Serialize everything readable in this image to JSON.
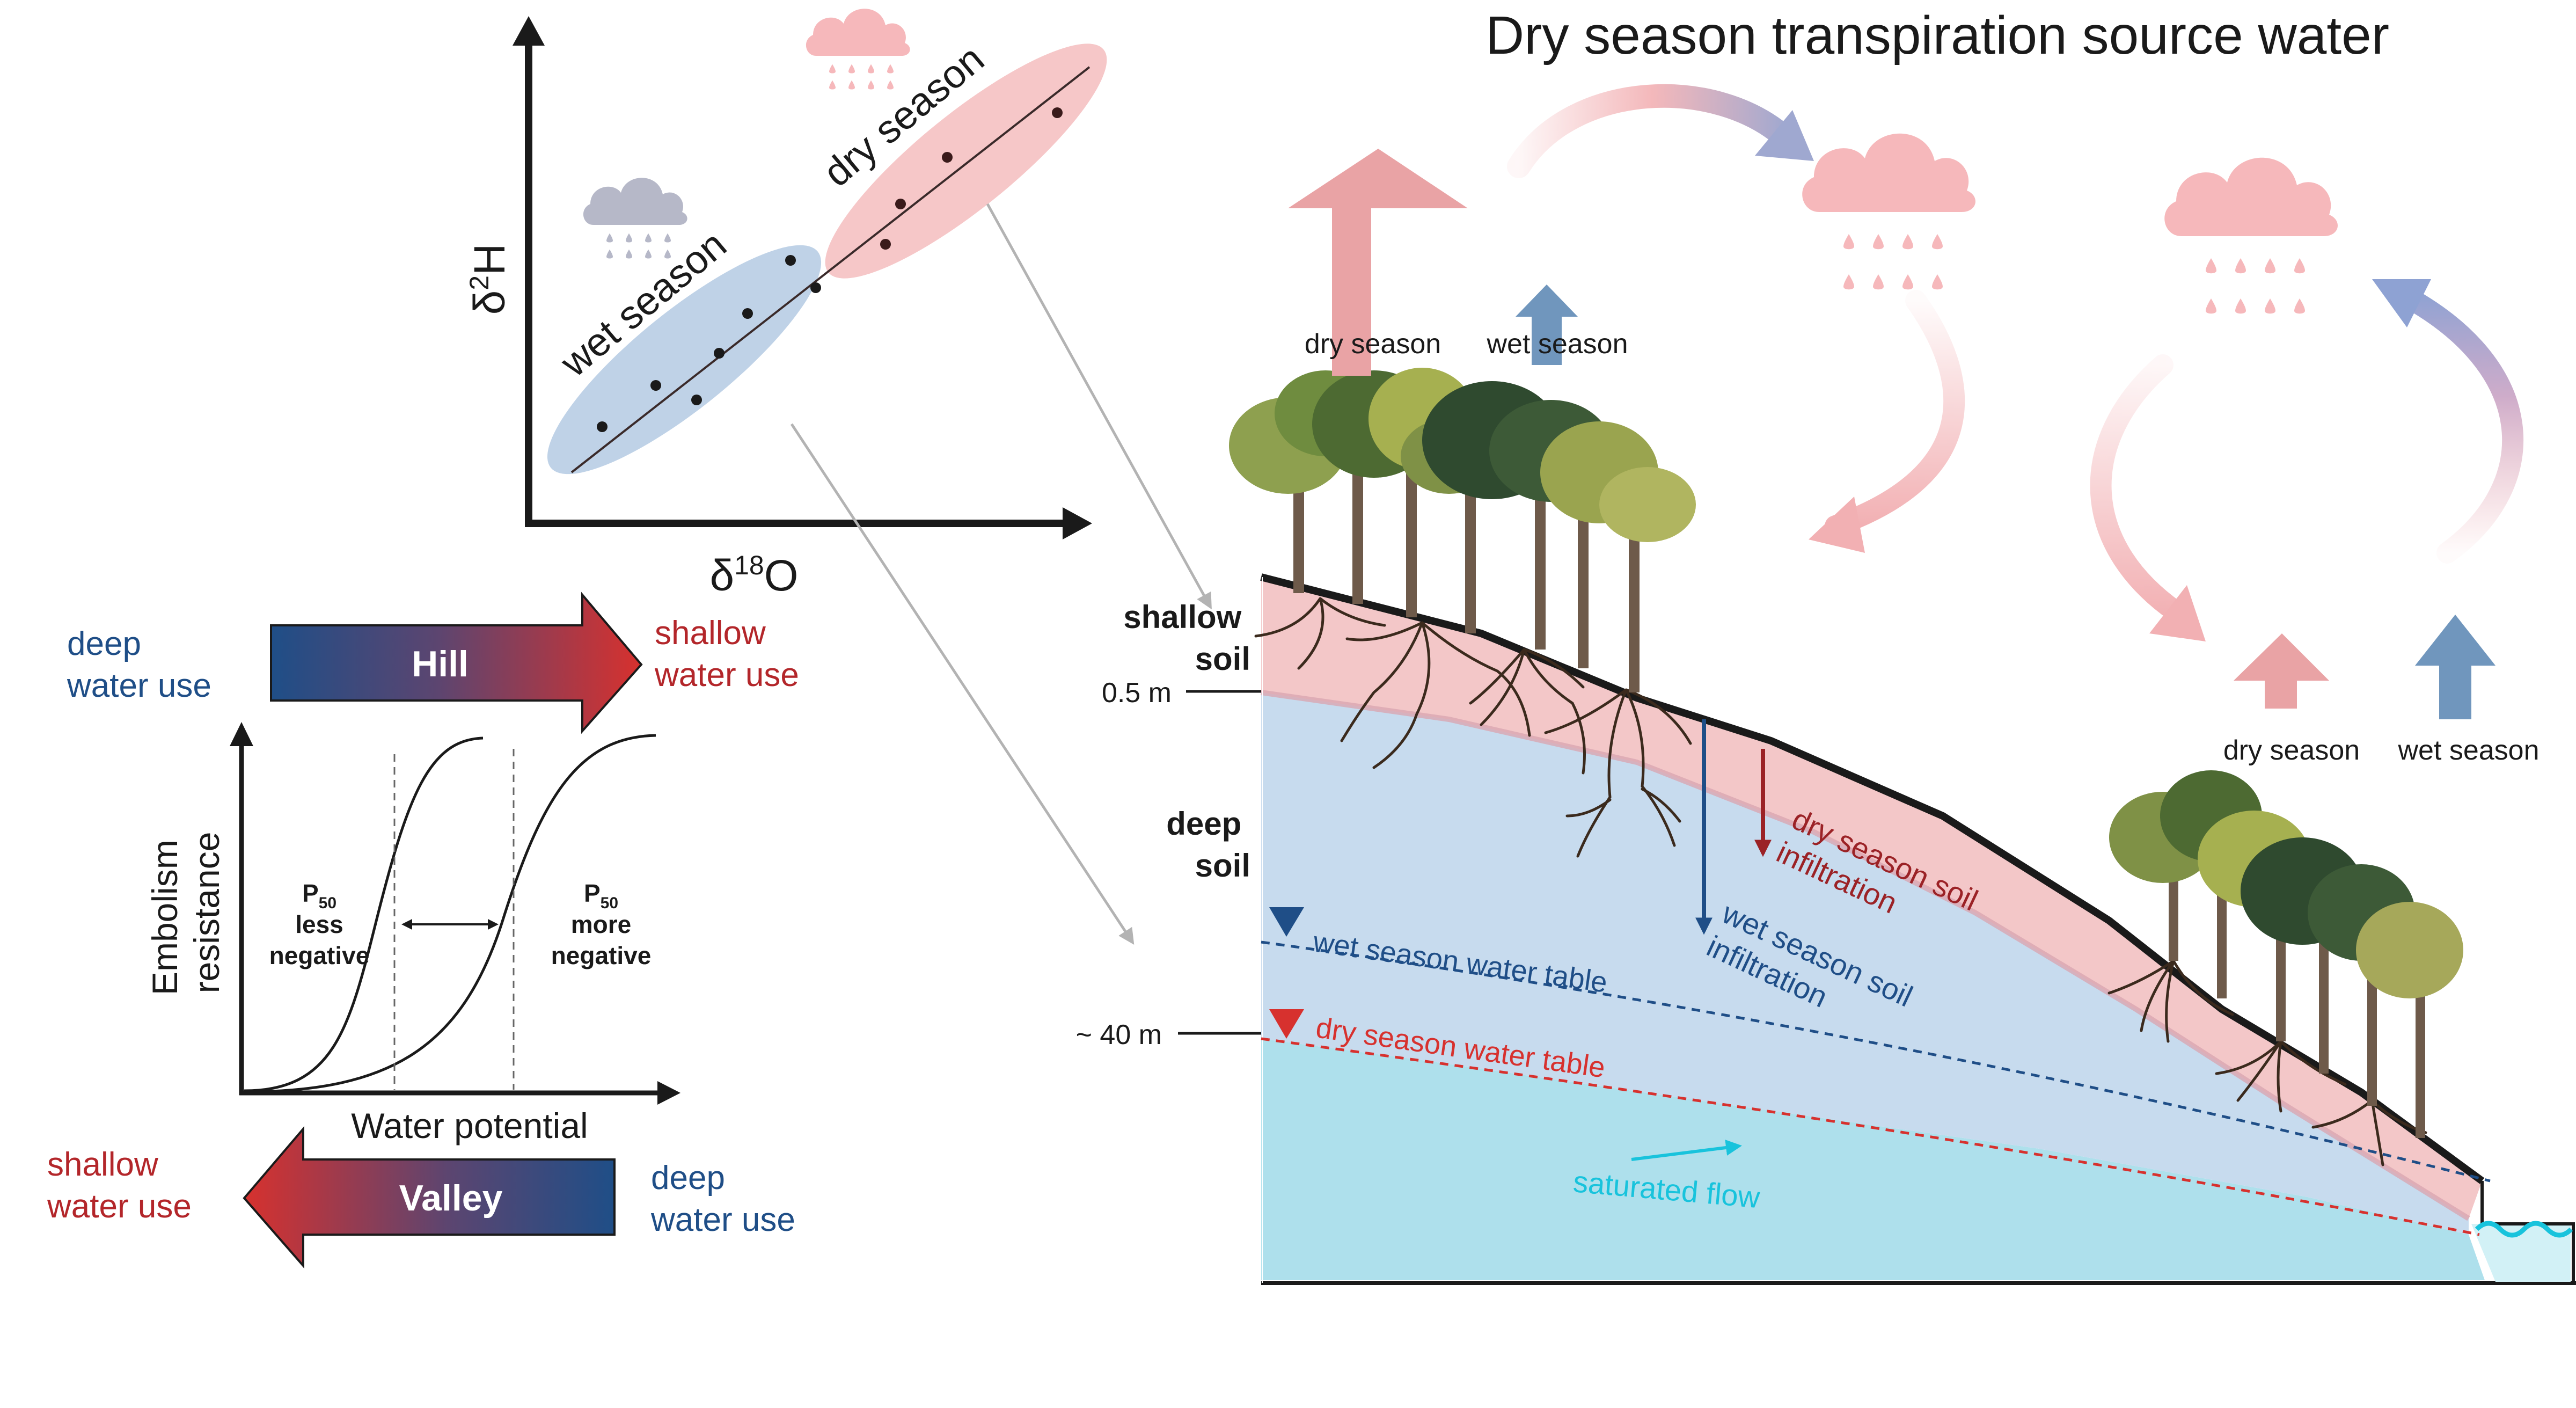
{
  "title": "Dry season transpiration source water",
  "isotope_plot": {
    "ylabel_symbol": "δ",
    "ylabel_sup": "2",
    "ylabel_elem": "H",
    "xlabel_symbol": "δ",
    "xlabel_sup": "18",
    "xlabel_elem": "O",
    "wet_label": "wet season",
    "dry_label": "dry season",
    "colors": {
      "wet": "#a9c3df",
      "dry": "#f3b4b5",
      "points": "#1a1a1a"
    }
  },
  "strategy": {
    "hill_label": "Hill",
    "hill_left": [
      "deep",
      "water use"
    ],
    "hill_right": [
      "shallow",
      "water use"
    ],
    "valley_label": "Valley",
    "valley_left": [
      "shallow",
      "water use"
    ],
    "valley_right": [
      "deep",
      "water use"
    ],
    "colors": {
      "blue": "#1f4e87",
      "red": "#d7312e"
    }
  },
  "embolism": {
    "ylabel": [
      "Embolism",
      "resistance"
    ],
    "xlabel": "Water potential",
    "left_curve": {
      "p": "P",
      "sub": "50",
      "line1": "less",
      "line2": "negative"
    },
    "right_curve": {
      "p": "P",
      "sub": "50",
      "line1": "more",
      "line2": "negative"
    }
  },
  "hillslope": {
    "shallow_soil": [
      "shallow",
      "soil"
    ],
    "deep_soil": [
      "deep",
      "soil"
    ],
    "depth_shallow": "0.5 m",
    "depth_deep": "~ 40 m",
    "dry_season_up": "dry season",
    "wet_season_up": "wet season",
    "dry_season_valley": "dry season",
    "wet_season_valley": "wet season",
    "dry_infiltration": [
      "dry season soil",
      "infiltration"
    ],
    "wet_infiltration": [
      "wet season soil",
      "infiltration"
    ],
    "wet_table": "wet season water table",
    "dry_table": "dry season water table",
    "saturated_flow": "saturated flow",
    "colors": {
      "soil_pink": "#f3c7c8",
      "deep_blue": "#c7dbee",
      "saturated": "#aee0ec",
      "dry_arrow": "#e9a3a5",
      "wet_arrow": "#7096bd",
      "dry_text": "#9b2226",
      "wet_text": "#1f4e87",
      "flow": "#18c3dc"
    }
  }
}
